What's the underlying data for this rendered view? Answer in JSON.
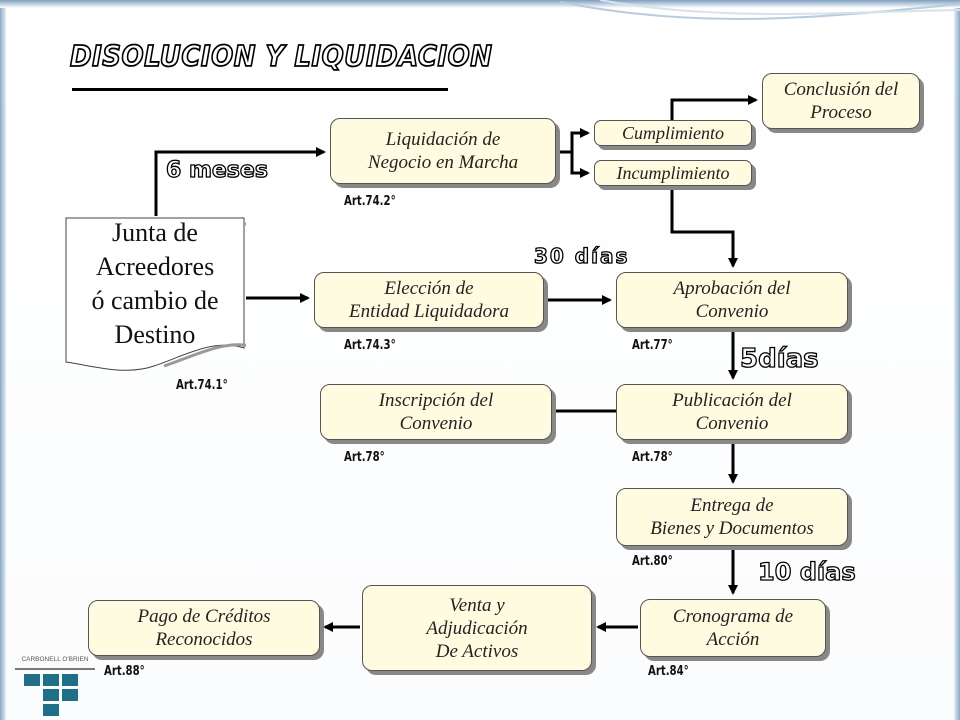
{
  "slide": {
    "title": "DISOLUCION Y LIQUIDACION",
    "start_doc": [
      "Junta de",
      "Acreedores",
      "ó cambio de",
      "Destino"
    ],
    "boxes": {
      "liquidacion": [
        "Liquidación de",
        "Negocio en Marcha"
      ],
      "cumplimiento": "Cumplimiento",
      "incumplimiento": "Incumplimiento",
      "conclusion": [
        "Conclusión del",
        "Proceso"
      ],
      "eleccion": [
        "Elección de",
        "Entidad Liquidadora"
      ],
      "aprobacion": [
        "Aprobación del",
        "Convenio"
      ],
      "inscripcion": [
        "Inscripción del",
        "Convenio"
      ],
      "publicacion": [
        "Publicación del",
        "Convenio"
      ],
      "entrega": [
        "Entrega de",
        "Bienes y Documentos"
      ],
      "cronograma": [
        "Cronograma de",
        "Acción"
      ],
      "venta": [
        "Venta y",
        "Adjudicación",
        "De Activos"
      ],
      "pago": [
        "Pago de Créditos",
        "Reconocidos"
      ]
    },
    "articles": {
      "art742": "Art.74.2°",
      "art743": "Art.74.3°",
      "art741": "Art.74.1°",
      "art77": "Art.77°",
      "art78a": "Art.78°",
      "art78b": "Art.78°",
      "art80": "Art.80°",
      "art84": "Art.84°",
      "art88": "Art.88°"
    },
    "durations": {
      "seis_meses": "6 meses",
      "treinta_dias": "30 días",
      "cinco_dias": "5días",
      "diez_dias": "10 días"
    },
    "logo_text": "CARBONELL O'BRIEN",
    "colors": {
      "box_fill": "#fffbe0",
      "title_fill": "#ffffff",
      "logo": "#1f6f86"
    }
  }
}
